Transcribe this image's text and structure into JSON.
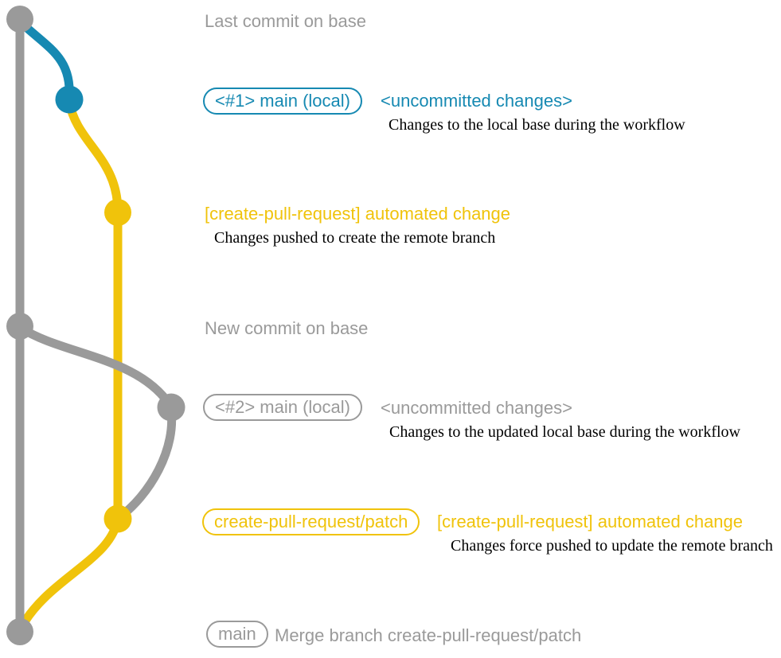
{
  "colors": {
    "gray": "#9a9a9a",
    "blue": "#1689b2",
    "yellow": "#f0c30b",
    "caption_black": "#000000"
  },
  "graph": {
    "base_branch_color": "#9a9a9a",
    "local_main_segment_color": "#1689b2",
    "pull_request_branch_color": "#f0c30b",
    "rebased_local_segment_color": "#9a9a9a"
  },
  "rows": {
    "last_commit": {
      "label": "Last commit on base"
    },
    "commit1": {
      "badge": "<#1> main (local)",
      "title": "<uncommitted changes>",
      "caption": "Changes to the local base during the workflow"
    },
    "push1": {
      "title": "[create-pull-request] automated change",
      "caption": "Changes pushed to create the remote branch"
    },
    "new_commit": {
      "label": "New commit on base"
    },
    "commit2": {
      "badge": "<#2> main (local)",
      "title": "<uncommitted changes>",
      "caption": "Changes to the updated local base during the workflow"
    },
    "push2": {
      "badge": "create-pull-request/patch",
      "title": "[create-pull-request] automated change",
      "caption": "Changes force pushed to update the remote branch"
    },
    "merge": {
      "badge": "main",
      "label": "Merge branch create-pull-request/patch"
    }
  }
}
